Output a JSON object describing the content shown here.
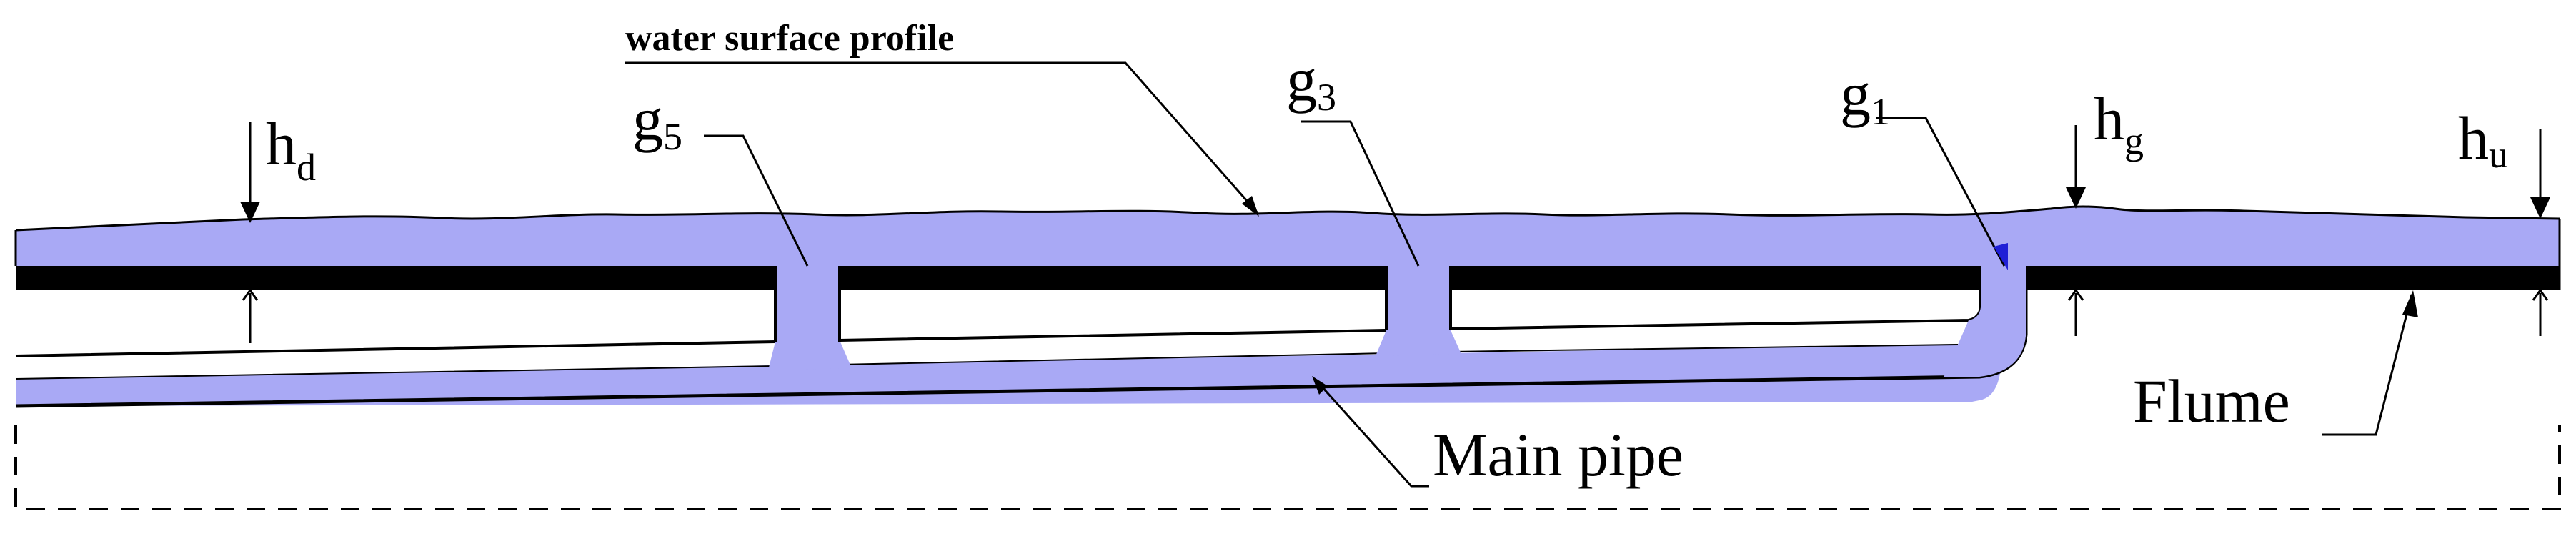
{
  "colors": {
    "water": "#a9a9f5",
    "flume": "#000000",
    "outline": "#000000"
  },
  "labels": {
    "water_surface_profile": "water surface profile",
    "h_d": {
      "main": "h",
      "sub": "d"
    },
    "g_5": {
      "main": "g",
      "sub": "5"
    },
    "g_3": {
      "main": "g",
      "sub": "3"
    },
    "g_1": {
      "main": "g",
      "sub": "1"
    },
    "h_g": {
      "main": "h",
      "sub": "g"
    },
    "h_u": {
      "main": "h",
      "sub": "u"
    },
    "flume": "Flume",
    "main_pipe": "Main pipe"
  }
}
